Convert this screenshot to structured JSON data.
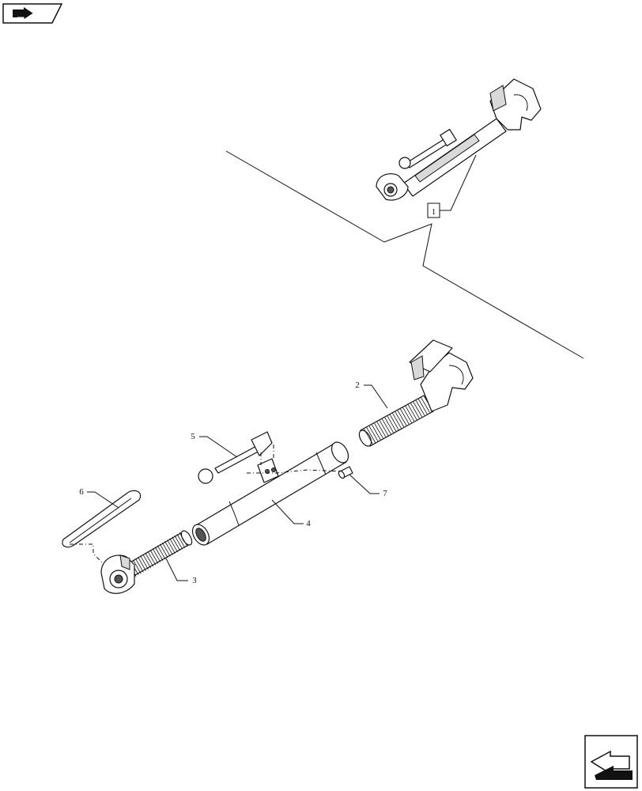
{
  "callouts": {
    "assembly_ref": "1",
    "p2": "2",
    "p3": "3",
    "p4": "4",
    "p5": "5",
    "p6": "6",
    "p7": "7"
  },
  "icons": {
    "prev": "prev-page-arrow-icon",
    "next": "next-page-arrow-icon"
  },
  "colors": {
    "line": "#111111",
    "shade": "#d9d9d9"
  }
}
